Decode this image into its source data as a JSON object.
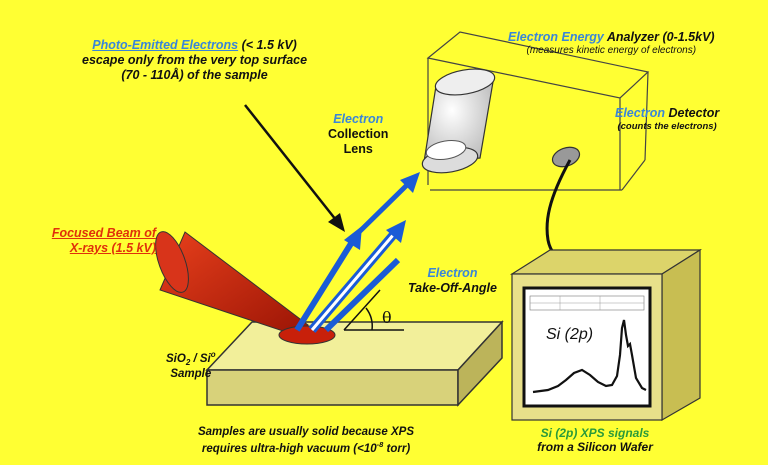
{
  "photo_emitted": {
    "title": "Photo-Emitted Electrons",
    "title_suffix": " (< 1.5 kV)",
    "line2": "escape only from the very top surface",
    "line3": "(70 - 110Å) of the sample"
  },
  "analyzer": {
    "blue": "Electron Energy",
    "black": " Analyzer  (0-1.5kV)",
    "sub": "(measures kinetic energy of electrons)"
  },
  "detector": {
    "blue": "Electron",
    "black": " Detector",
    "sub": "(counts the electrons)"
  },
  "lens": {
    "line1": "Electron",
    "line2": "Collection",
    "line3": "Lens"
  },
  "xray": {
    "line1": "Focused Beam of",
    "line2": "X-rays (1.5 kV)"
  },
  "takeoff": {
    "line1": "Electron",
    "line2": "Take-Off-Angle",
    "theta": "θ"
  },
  "sample": {
    "line1_a": "SiO",
    "line1_sub": "2",
    "line1_b": " / Si",
    "line1_sup": "o",
    "line2": "Sample"
  },
  "note": {
    "line1": "Samples are usually solid because XPS",
    "line2_a": "requires ultra-high vacuum (<10",
    "line2_sup": "-8",
    "line2_b": " torr)"
  },
  "monitor": {
    "peak_label": "Si (2p)"
  },
  "signal": {
    "green": "Si (2p) XPS signals",
    "line2": "from a Silicon Wafer"
  },
  "colors": {
    "background": "#ffff33",
    "blue_text": "#3a86d8",
    "red_text": "#e0300a",
    "green_text": "#2a9a3a",
    "beam_red": "#c8200a",
    "electron_blue": "#1a5bd6",
    "sample_face": "#f2ef9a"
  },
  "icons": [
    "x-ray-cone",
    "electron-arrow",
    "analyzer-lens",
    "detector-disc",
    "monitor"
  ]
}
